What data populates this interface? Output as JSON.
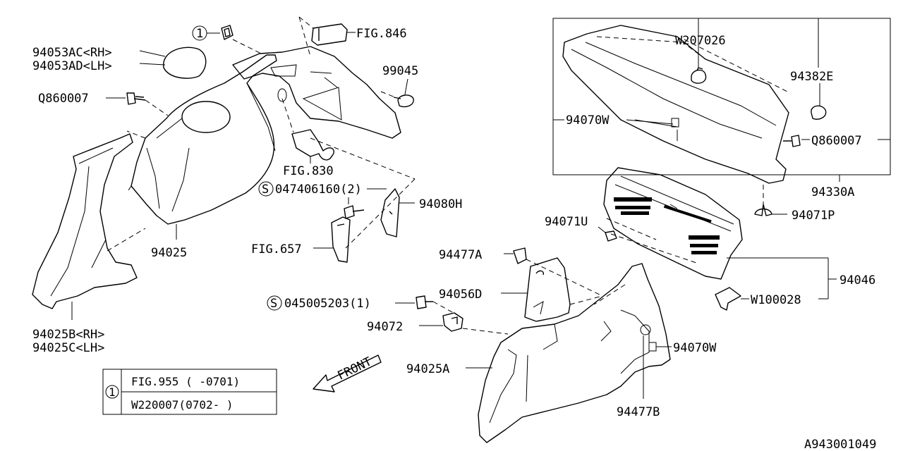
{
  "diagram": {
    "figure_id": "A943001049",
    "front_label": "FRONT",
    "callout_marker": "1",
    "legend": {
      "marker": "1",
      "rows": [
        "FIG.955 ( -0701)",
        "W220007(0702- )"
      ]
    },
    "special_marker": "S",
    "labels": {
      "p94053AC": "94053AC<RH>",
      "p94053AD": "94053AD<LH>",
      "q860007_left": "Q860007",
      "fig846": "FIG.846",
      "p99045": "99045",
      "fig830": "FIG.830",
      "p047406160": "047406160(2)",
      "p94080H": "94080H",
      "p94025": "94025",
      "fig657": "FIG.657",
      "p94025B": "94025B<RH>",
      "p94025C": "94025C<LH>",
      "w207026": "W207026",
      "p94382E": "94382E",
      "p94070W_top": "94070W",
      "q860007_right": "Q860007",
      "p94330A": "94330A",
      "p94071P": "94071P",
      "p94071U": "94071U",
      "p94477A": "94477A",
      "p94046": "94046",
      "p94056D": "94056D",
      "w100028": "W100028",
      "p045005203": "045005203(1)",
      "p94072": "94072",
      "p94070W_bottom": "94070W",
      "p94025A": "94025A",
      "p94477B": "94477B"
    }
  }
}
